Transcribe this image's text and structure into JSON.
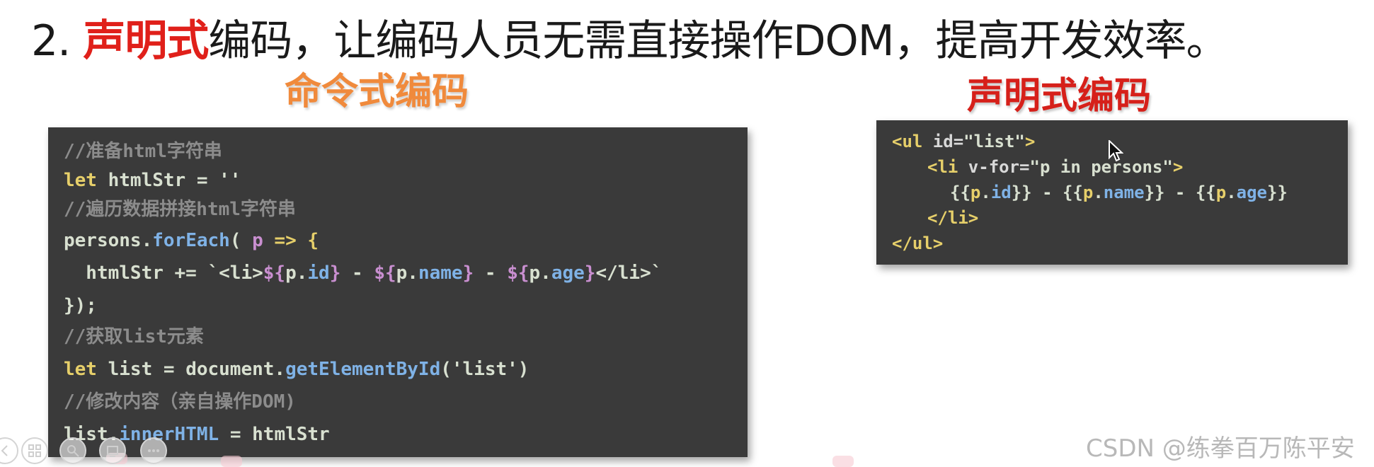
{
  "heading": {
    "prefix": "2. ",
    "highlight": "声明式",
    "rest": "编码，让编码人员无需直接操作DOM，提高开发效率。"
  },
  "subtitles": {
    "imperative": "命令式编码",
    "declarative": "声明式编码"
  },
  "imperative_code": {
    "c1": "//准备html字符串",
    "l2_kw": "let",
    "l2_rest": " htmlStr = ''",
    "c3": "//遍历数据拼接html字符串",
    "l4_a": "persons.",
    "l4_fn": "forEach",
    "l4_b": "( ",
    "l4_p": "p",
    "l4_c": " => {",
    "l5_a": "  htmlStr += `<li>",
    "l5_d1": "${",
    "l5_p1": "p.",
    "l5_id": "id",
    "l5_e1": "}",
    "l5_s1": " - ",
    "l5_d2": "${",
    "l5_p2": "p.",
    "l5_name": "name",
    "l5_e2": "}",
    "l5_s2": " - ",
    "l5_d3": "${",
    "l5_p3": "p.",
    "l5_age": "age",
    "l5_e3": "}",
    "l5_end": "</li>`",
    "l6": "});",
    "c7": "//获取list元素",
    "l8_kw": "let",
    "l8_a": " list = document.",
    "l8_fn": "getElementById",
    "l8_b": "('list')",
    "c9": "//修改内容（亲自操作DOM)",
    "l10_a": "list.",
    "l10_prop": "innerHTML",
    "l10_b": " = htmlStr"
  },
  "declarative_code": {
    "r1_tag_open": "<ul",
    "r1_attr": " id=",
    "r1_val": "\"list\"",
    "r1_close": ">",
    "r2_tag_open": "<li",
    "r2_attr": " v-for=",
    "r2_val": "\"p in persons\"",
    "r2_close": ">",
    "r3_a": "{{",
    "r3_p1": "p",
    "r3_d1": ".",
    "r3_id": "id",
    "r3_b": "}} - {{",
    "r3_p2": "p",
    "r3_d2": ".",
    "r3_name": "name",
    "r3_c": "}} - {{",
    "r3_p3": "p",
    "r3_d3": ".",
    "r3_age": "age",
    "r3_e": "}}",
    "r4": "</li>",
    "r5": "</ul>"
  },
  "watermark": "CSDN @练拳百万陈平安",
  "toolbar_icons": [
    "previous-icon",
    "grid-icon",
    "zoom-icon",
    "slides-icon",
    "more-icon"
  ],
  "colors": {
    "highlight_red": "#e0201a",
    "imperative_orange": "#f08a3c",
    "code_bg": "#3a3a3a"
  }
}
